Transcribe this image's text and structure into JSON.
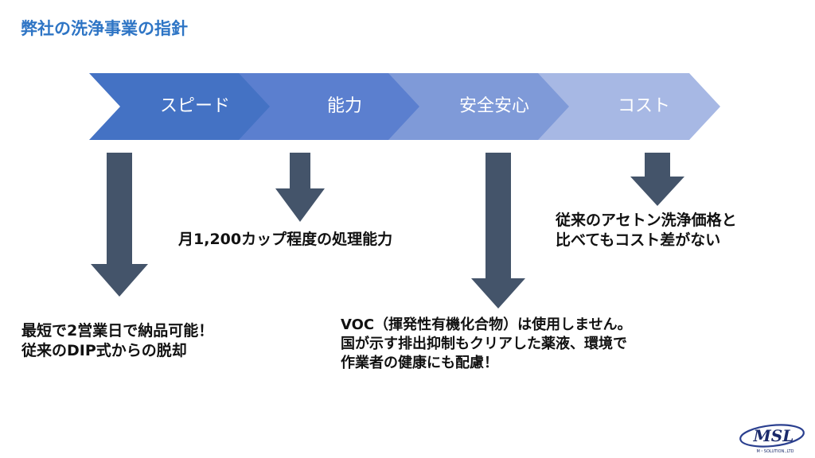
{
  "title": "弊社の洗浄事業の指針",
  "steps": [
    {
      "label": "スピード",
      "color": "#4472c4"
    },
    {
      "label": "能力",
      "color": "#5b7fcf"
    },
    {
      "label": "安全安心",
      "color": "#7f9ad8"
    },
    {
      "label": "コスト",
      "color": "#a7b8e4"
    }
  ],
  "notes": {
    "speed": [
      "最短で2営業日で納品可能！",
      "従来のDIP式からの脱却"
    ],
    "capacity": [
      "月1,200カップ程度の処理能力"
    ],
    "safety": [
      "VOC（揮発性有機化合物）は使用しません。",
      "国が示す排出抑制もクリアした薬液、環境で",
      "作業者の健康にも配慮！"
    ],
    "cost": [
      "従来のアセトン洗浄価格と",
      "比べてもコスト差がない"
    ]
  },
  "arrow_color": "#44546a",
  "logo": {
    "text": "MSL",
    "sub": "M・SOLUTION.,LTD"
  }
}
